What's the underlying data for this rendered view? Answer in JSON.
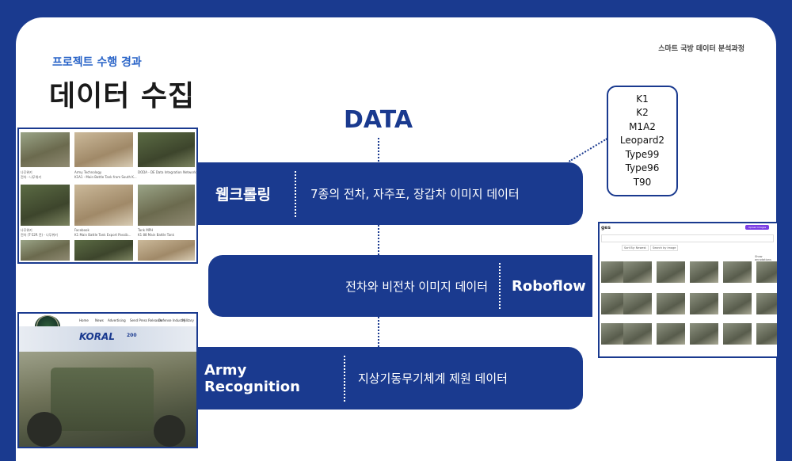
{
  "header": {
    "course": "스마트 국방 데이터 분석과정",
    "subtitle": "프로젝트 수행 경과",
    "title": "데이터 수집"
  },
  "data_heading": "DATA",
  "rows": [
    {
      "label": "웹크롤링",
      "desc": "7종의 전차, 자주포, 장갑차 이미지 데이터"
    },
    {
      "label": "Roboflow",
      "desc": "전차와 비전차 이미지 데이터"
    },
    {
      "label": "Army Recognition",
      "desc": "지상기동무기체계 제원 데이터"
    }
  ],
  "models": [
    "K1",
    "K2",
    "M1A2",
    "Leopard2",
    "Type99",
    "Type96",
    "T90"
  ],
  "search_shot": {
    "captions": [
      "나무위키",
      "전차 - 나무위키",
      "Army Technology",
      "K1A1 - Main Battle Tank from South K...",
      "DODA - DE Data Integration Network",
      "나무위키",
      "전차 (T-52R 전) - 나무위키",
      "Facebook",
      "K1 Main Battle Tank Export Possib...",
      "Tank MPH",
      "K1 88 Main Battle Tank"
    ]
  },
  "roboflow_shot": {
    "title": "ges",
    "annotation_label": "Show annotations",
    "sort_label": "Sort By: Newest",
    "search_label": "Search by image",
    "upload_label": "Upload Images"
  },
  "army_shot": {
    "banner": "KORAL",
    "banner_year": "200",
    "nav": [
      "Home",
      "News",
      "Advertising",
      "Send Press Releases",
      "Defense Industry",
      "Military"
    ]
  },
  "colors": {
    "primary": "#1a3a8f",
    "accent": "#2a64c8"
  }
}
